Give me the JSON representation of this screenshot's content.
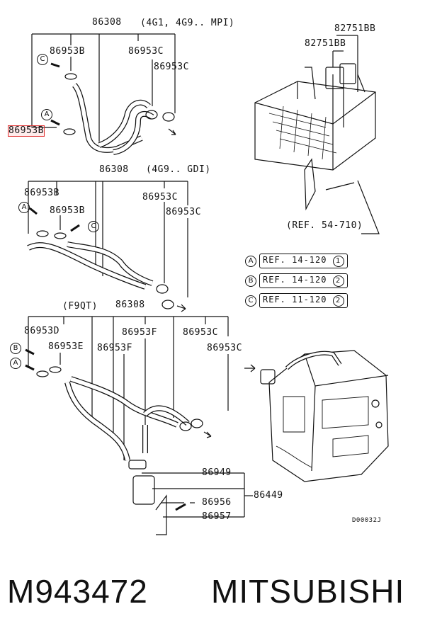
{
  "sections": [
    {
      "title": "86308",
      "variant": "(4G1, 4G9.. MPI)",
      "parts": [
        "86953B",
        "86953C",
        "86953C",
        "86953B"
      ],
      "refs": [
        "C",
        "A"
      ]
    },
    {
      "title": "86308",
      "variant": "(4G9.. GDI)",
      "parts": [
        "86953B",
        "86953C",
        "86953B",
        "86953C"
      ],
      "refs": [
        "A",
        "C"
      ]
    },
    {
      "title": "86308",
      "variant": "(F9QT)",
      "parts": [
        "86953D",
        "86953E",
        "86953F",
        "86953F",
        "86953C",
        "86953C"
      ],
      "refs": [
        "B",
        "A"
      ]
    }
  ],
  "relay": {
    "parts": [
      "82751BB",
      "82751BB"
    ],
    "ref": "(REF. 54-710)"
  },
  "legend": [
    {
      "key": "A",
      "text": "REF. 14-120",
      "num": "1"
    },
    {
      "key": "B",
      "text": "REF. 14-120",
      "num": "2"
    },
    {
      "key": "C",
      "text": "REF. 11-120",
      "num": "2"
    }
  ],
  "valve_parts": [
    "86949",
    "86449",
    "86956",
    "86957"
  ],
  "drawing_code": "D00032J",
  "highlighted_part": "86953B",
  "footer": {
    "part_number": "M943472",
    "brand": "MITSUBISHI"
  }
}
